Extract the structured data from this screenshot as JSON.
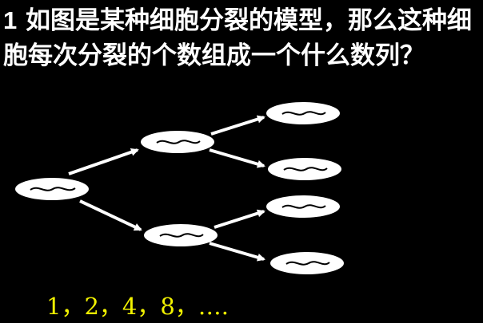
{
  "problem": {
    "number": "1",
    "text": "如图是某种细胞分裂的模型，那么这种细胞每次分裂的个数组成一个什么数列？"
  },
  "diagram": {
    "generations": [
      {
        "cells": 1
      },
      {
        "cells": 2
      },
      {
        "cells": 4
      }
    ],
    "arrow_count": 6
  },
  "answer": {
    "text": "1，2，4，8，….",
    "color": "#f2f200"
  },
  "colors": {
    "background": "#000000",
    "text": "#ffffff",
    "cell_fill": "#ffffff",
    "cell_squiggle": "#000000"
  }
}
